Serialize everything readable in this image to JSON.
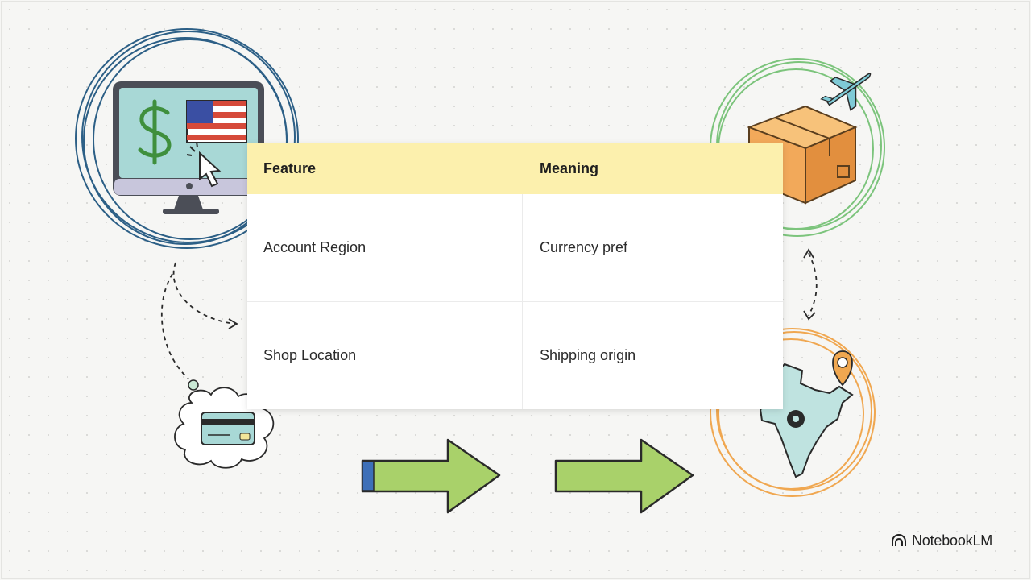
{
  "table": {
    "headers": [
      "Feature",
      "Meaning"
    ],
    "rows": [
      [
        "Account Region",
        "Currency pref"
      ],
      [
        "Shop Location",
        "Shipping origin"
      ]
    ]
  },
  "brand": {
    "name": "NotebookLM",
    "icon": "notebooklm-logo-icon"
  },
  "icons": [
    "monitor-icon",
    "dollar-sign-icon",
    "us-flag-icon",
    "cursor-icon",
    "credit-card-icon",
    "package-box-icon",
    "airplane-icon",
    "india-map-icon",
    "location-pin-icon",
    "arrow-right-icon"
  ],
  "colors": {
    "header_bg": "#fcf0ad",
    "circle_blue": "#2c5f86",
    "circle_green": "#7cc47c",
    "circle_orange": "#f0a750",
    "arrow_green": "#a9d16a",
    "screen_teal": "#a8d8d6",
    "box_orange": "#f2a95a"
  }
}
